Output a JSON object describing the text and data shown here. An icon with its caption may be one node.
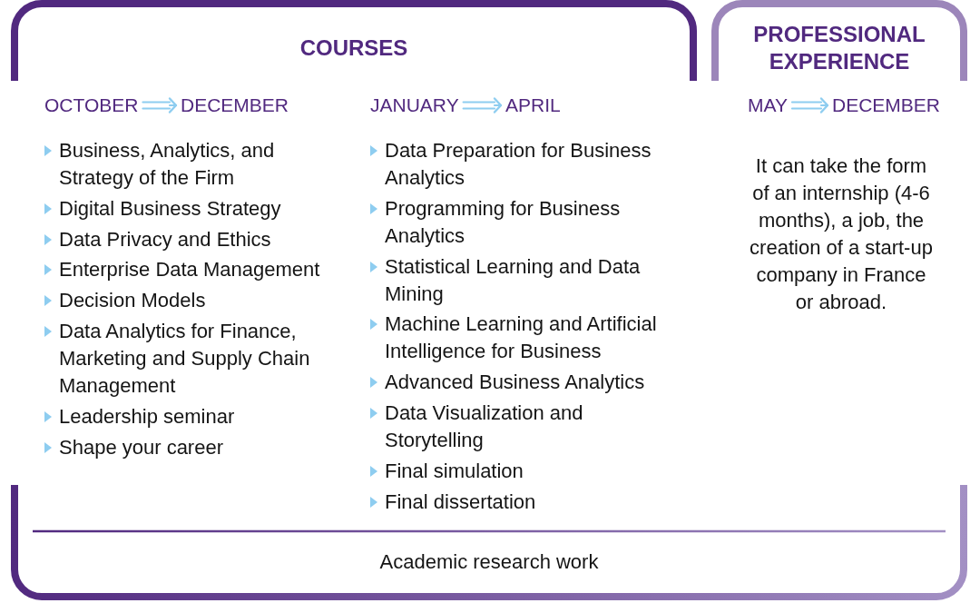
{
  "diagram": {
    "nodes": [
      {
        "text": [
          "COURSES"
        ]
      },
      {
        "text": [
          "PROFESSIONAL EXPERIENCE"
        ]
      },
      {
        "text": [
          "OCTOBER"
        ]
      },
      {
        "text": [
          "DECEMBER"
        ]
      },
      {
        "text": [
          "JANUARY"
        ]
      },
      {
        "text": [
          "APRIL"
        ]
      },
      {
        "text": [
          "MAY"
        ]
      },
      {
        "text": [
          "DECEMBER"
        ]
      },
      {
        "text": [
          "Academic research work"
        ]
      }
    ],
    "edges": [
      {
        "from": 2,
        "to": 3,
        "arrow": "to"
      },
      {
        "from": 4,
        "to": 5,
        "arrow": "to"
      },
      {
        "from": 6,
        "to": 7,
        "arrow": "to"
      }
    ],
    "labels": [
      "Business, Analytics, and Strategy of the Firm",
      "Digital Business Strategy",
      "Data Privacy and Ethics",
      "Enterprise Data Management",
      "Decision Models",
      "Data Analytics for Finance, Marketing and Supply Chain Management",
      "Leadership seminar",
      "Shape your career",
      "Data Preparation for Business Analytics",
      "Programming for Business Analytics",
      "Statistical Learning and Data Mining",
      "Machine Learning and Artificial Intelligence for Business",
      "Advanced Business Analytics",
      "Data Visualization and Storytelling",
      "Final simulation",
      "Final dissertation",
      "It can take the form of an internship (4-6 months), a job, the creation of a start-up company in France or abroad."
    ]
  }
}
